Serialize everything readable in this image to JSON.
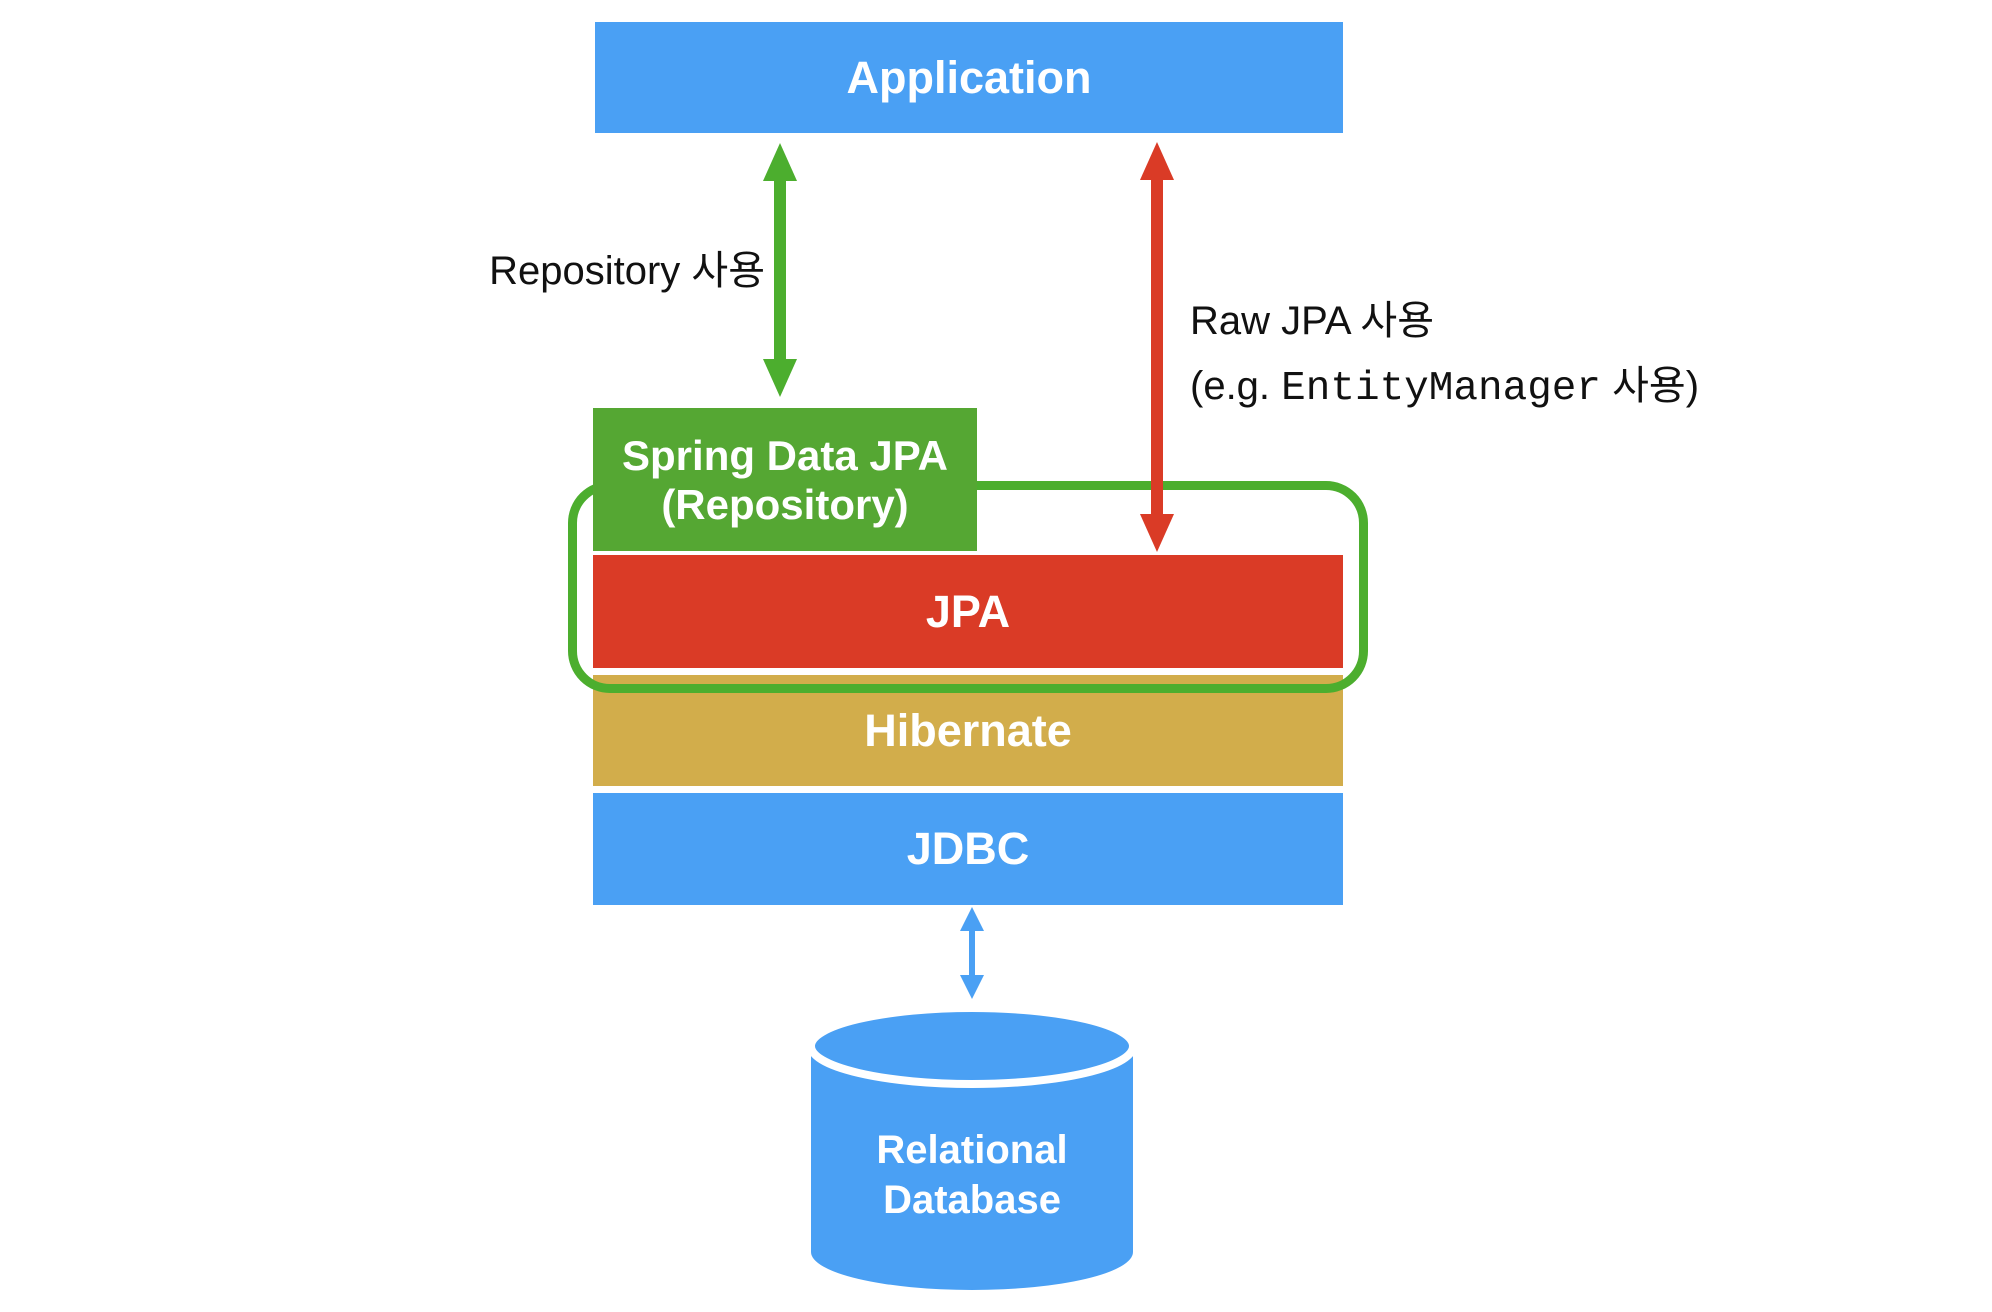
{
  "colors": {
    "blue": "#4AA0F4",
    "green_box": "#55A733",
    "green_line": "#4CAE2E",
    "red": "#DA3B26",
    "gold": "#D2AD4B",
    "text_black": "#111111",
    "box_text": "#ffffff",
    "background": "#ffffff"
  },
  "diagram": {
    "application": {
      "label": "Application"
    },
    "layers": {
      "spring_data_jpa": {
        "line1": "Spring Data JPA",
        "line2": "(Repository)"
      },
      "jpa": {
        "label": "JPA"
      },
      "hibernate": {
        "label": "Hibernate"
      },
      "jdbc": {
        "label": "JDBC"
      }
    },
    "database": {
      "line1": "Relational",
      "line2": "Database"
    },
    "arrows": {
      "repository": {
        "label": "Repository 사용",
        "color": "#4CAE2E",
        "direction": "double"
      },
      "raw_jpa": {
        "label_line1": "Raw JPA 사용",
        "label_line2_prefix": "(e.g. ",
        "label_line2_code": "EntityManager",
        "label_line2_suffix": " 사용)",
        "color": "#DA3B26",
        "direction": "double"
      },
      "jdbc_to_db": {
        "color": "#4AA0F4",
        "direction": "double"
      }
    }
  }
}
